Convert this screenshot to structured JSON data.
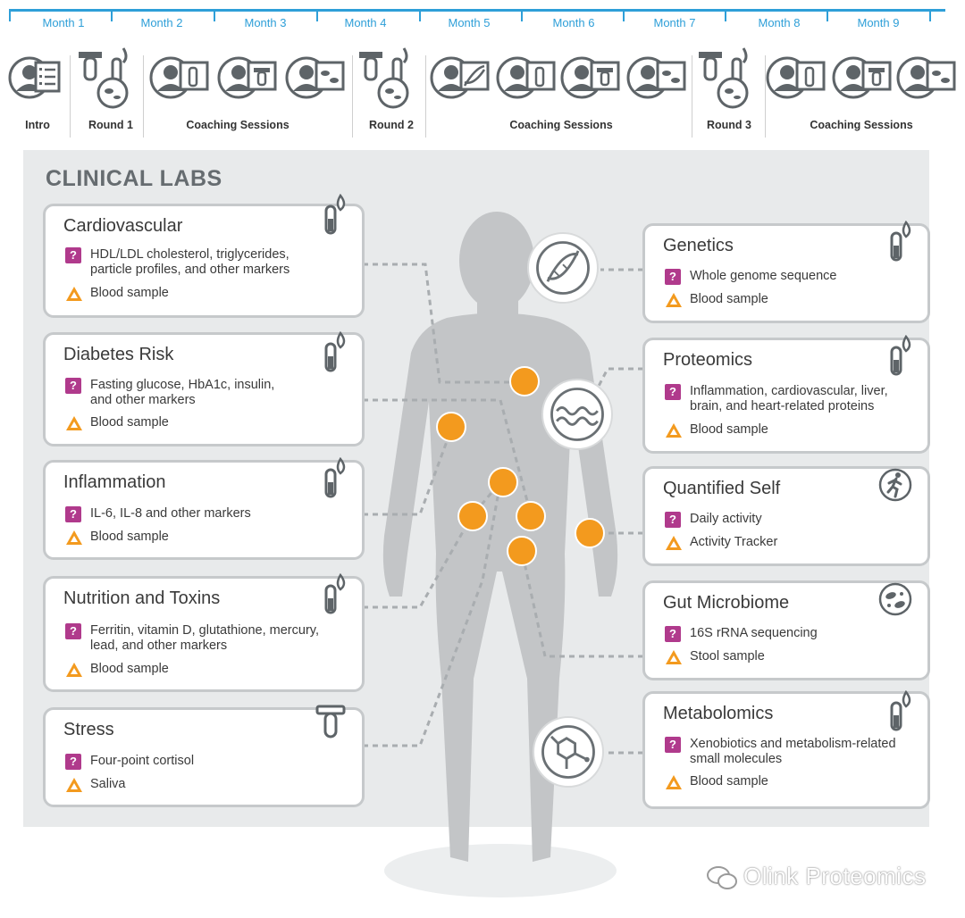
{
  "timeline": {
    "months": [
      "Month 1",
      "Month 2",
      "Month 3",
      "Month 4",
      "Month 5",
      "Month 6",
      "Month 7",
      "Month 8",
      "Month 9"
    ],
    "phases": [
      "Intro",
      "Round 1",
      "Coaching Sessions",
      "Round 2",
      "Coaching Sessions",
      "Round 3",
      "Coaching Sessions"
    ]
  },
  "title": "CLINICAL LABS",
  "left_cards": [
    {
      "title": "Cardiovascular",
      "line1": "HDL/LDL cholesterol, triglycerides,",
      "line2": "particle profiles, and other markers",
      "sample": "Blood sample",
      "icon": "blood-tube-icon"
    },
    {
      "title": "Diabetes Risk",
      "line1": "Fasting glucose, HbA1c, insulin,",
      "line2": "and other markers",
      "sample": "Blood sample",
      "icon": "blood-tube-icon"
    },
    {
      "title": "Inflammation",
      "line1": "IL-6, IL-8 and other markers",
      "line2": "",
      "sample": "Blood sample",
      "icon": "blood-tube-icon"
    },
    {
      "title": "Nutrition and Toxins",
      "line1": "Ferritin, vitamin D, glutathione, mercury,",
      "line2": "lead, and other markers",
      "sample": "Blood sample",
      "icon": "blood-tube-icon"
    },
    {
      "title": "Stress",
      "line1": "Four-point cortisol",
      "line2": "",
      "sample": "Saliva",
      "icon": "saliva-tube-icon"
    }
  ],
  "right_cards": [
    {
      "title": "Genetics",
      "line1": "Whole genome sequence",
      "line2": "",
      "sample": "Blood sample",
      "icon": "blood-tube-icon"
    },
    {
      "title": "Proteomics",
      "line1": "Inflammation, cardiovascular, liver,",
      "line2": "brain, and heart-related proteins",
      "sample": "Blood sample",
      "icon": "blood-tube-icon"
    },
    {
      "title": "Quantified Self",
      "line1": "Daily activity",
      "line2": "",
      "sample": "Activity Tracker",
      "icon": "runner-icon"
    },
    {
      "title": "Gut Microbiome",
      "line1": "16S rRNA sequencing",
      "line2": "",
      "sample": "Stool sample",
      "icon": "microbe-icon"
    },
    {
      "title": "Metabolomics",
      "line1": "Xenobiotics and metabolism-related",
      "line2": "small molecules",
      "sample": "Blood sample",
      "icon": "blood-tube-icon"
    }
  ],
  "watermark": "Olink Proteomics",
  "colors": {
    "accent": "#2e9fd8",
    "dot": "#f39a1e",
    "question": "#b03a8c",
    "warning": "#f39a1e",
    "panel": "#e8eaeb",
    "card_border": "#c6c9cb"
  }
}
